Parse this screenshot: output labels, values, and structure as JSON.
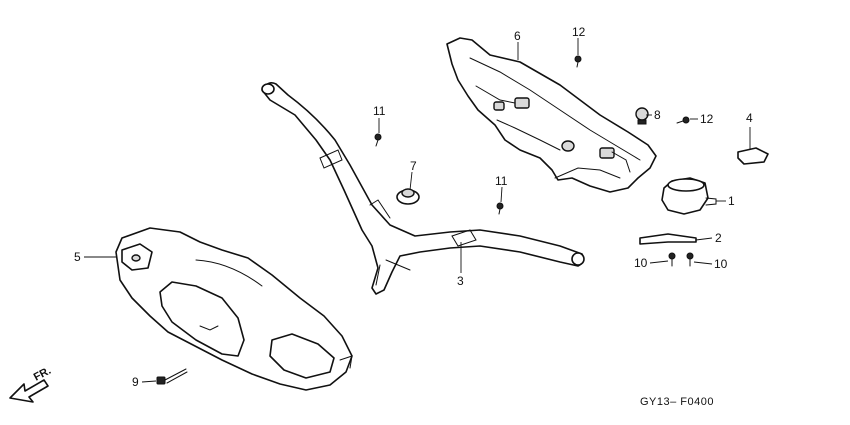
{
  "diagram": {
    "callouts": [
      {
        "id": "c1",
        "label": "1"
      },
      {
        "id": "c2",
        "label": "2"
      },
      {
        "id": "c3",
        "label": "3"
      },
      {
        "id": "c4",
        "label": "4"
      },
      {
        "id": "c5",
        "label": "5"
      },
      {
        "id": "c6",
        "label": "6"
      },
      {
        "id": "c7",
        "label": "7"
      },
      {
        "id": "c8",
        "label": "8"
      },
      {
        "id": "c9",
        "label": "9"
      },
      {
        "id": "c10a",
        "label": "10"
      },
      {
        "id": "c10b",
        "label": "10"
      },
      {
        "id": "c11a",
        "label": "11"
      },
      {
        "id": "c11b",
        "label": "11"
      },
      {
        "id": "c12a",
        "label": "12"
      },
      {
        "id": "c12b",
        "label": "12"
      }
    ],
    "direction_label": "FR.",
    "drawing_code": "GY13– F0400"
  }
}
